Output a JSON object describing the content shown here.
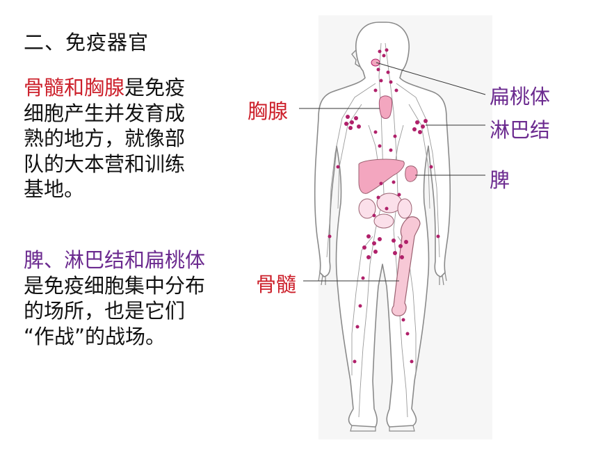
{
  "title": "二、免疫器官",
  "paragraph1": {
    "highlight": "骨髓和胸腺",
    "line1_rest": "是免疫",
    "line2": "细胞产生并发育成",
    "line3": "熟的地方，就像部",
    "line4": "队的大本营和训练",
    "line5": "基地。"
  },
  "paragraph2": {
    "highlight": "脾、淋巴结和扁桃体",
    "line2": "是免疫细胞集中分布",
    "line3": "的场所，也是它们",
    "line4": "“作战”的战场。"
  },
  "labels": {
    "tonsil": "扁桃体",
    "lymph_node": "淋巴结",
    "spleen": "脾",
    "thymus": "胸腺",
    "bone_marrow": "骨髓"
  },
  "colors": {
    "red": "#cc1f2a",
    "purple": "#6b2a8f",
    "organ_pink": "#f3a6bf",
    "node_magenta": "#b0206a"
  }
}
